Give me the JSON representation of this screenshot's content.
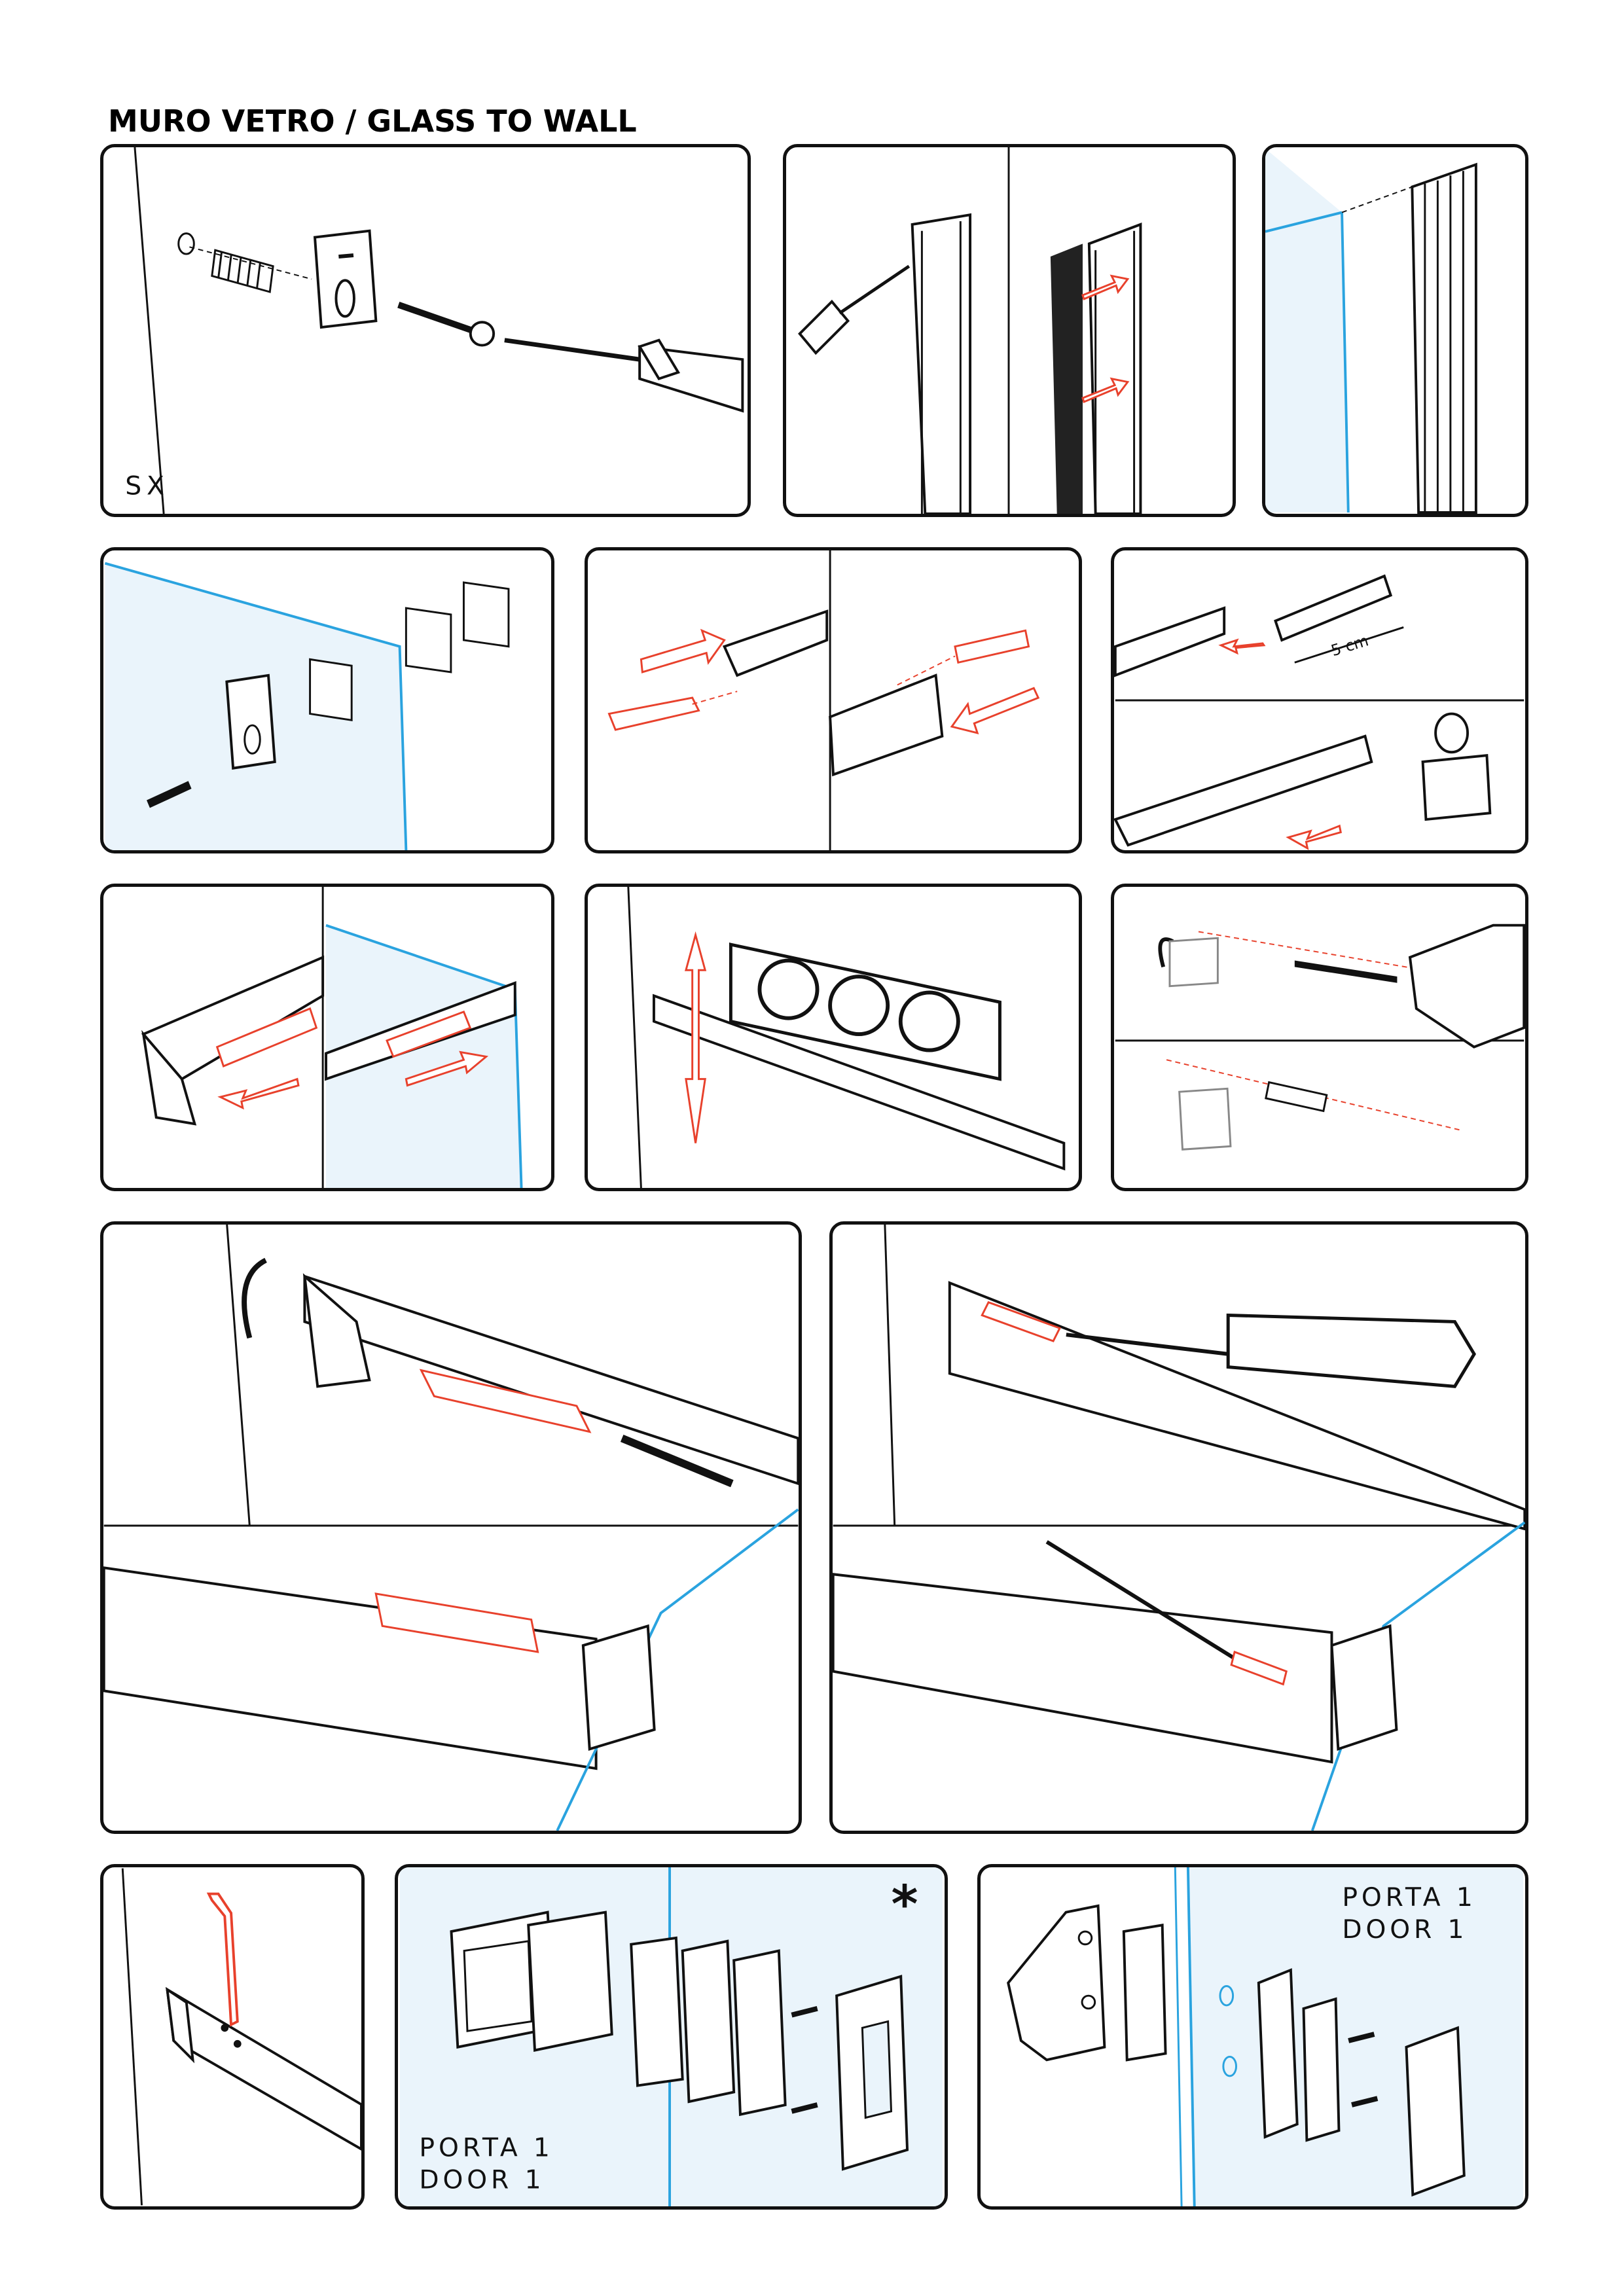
{
  "page": {
    "title": "MURO VETRO / GLASS TO WALL"
  },
  "labels": {
    "side": "SX",
    "measure": "5 cm",
    "door_a_line1": "PORTA 1",
    "door_a_line2": "DOOR 1",
    "door_b_line1": "PORTA 1",
    "door_b_line2": "DOOR 1",
    "note_mark": "*"
  },
  "colors": {
    "line": "#111111",
    "accent_red": "#e8412c",
    "glass_blue": "#2aa3df",
    "glass_fill": "#eaf4fb"
  }
}
